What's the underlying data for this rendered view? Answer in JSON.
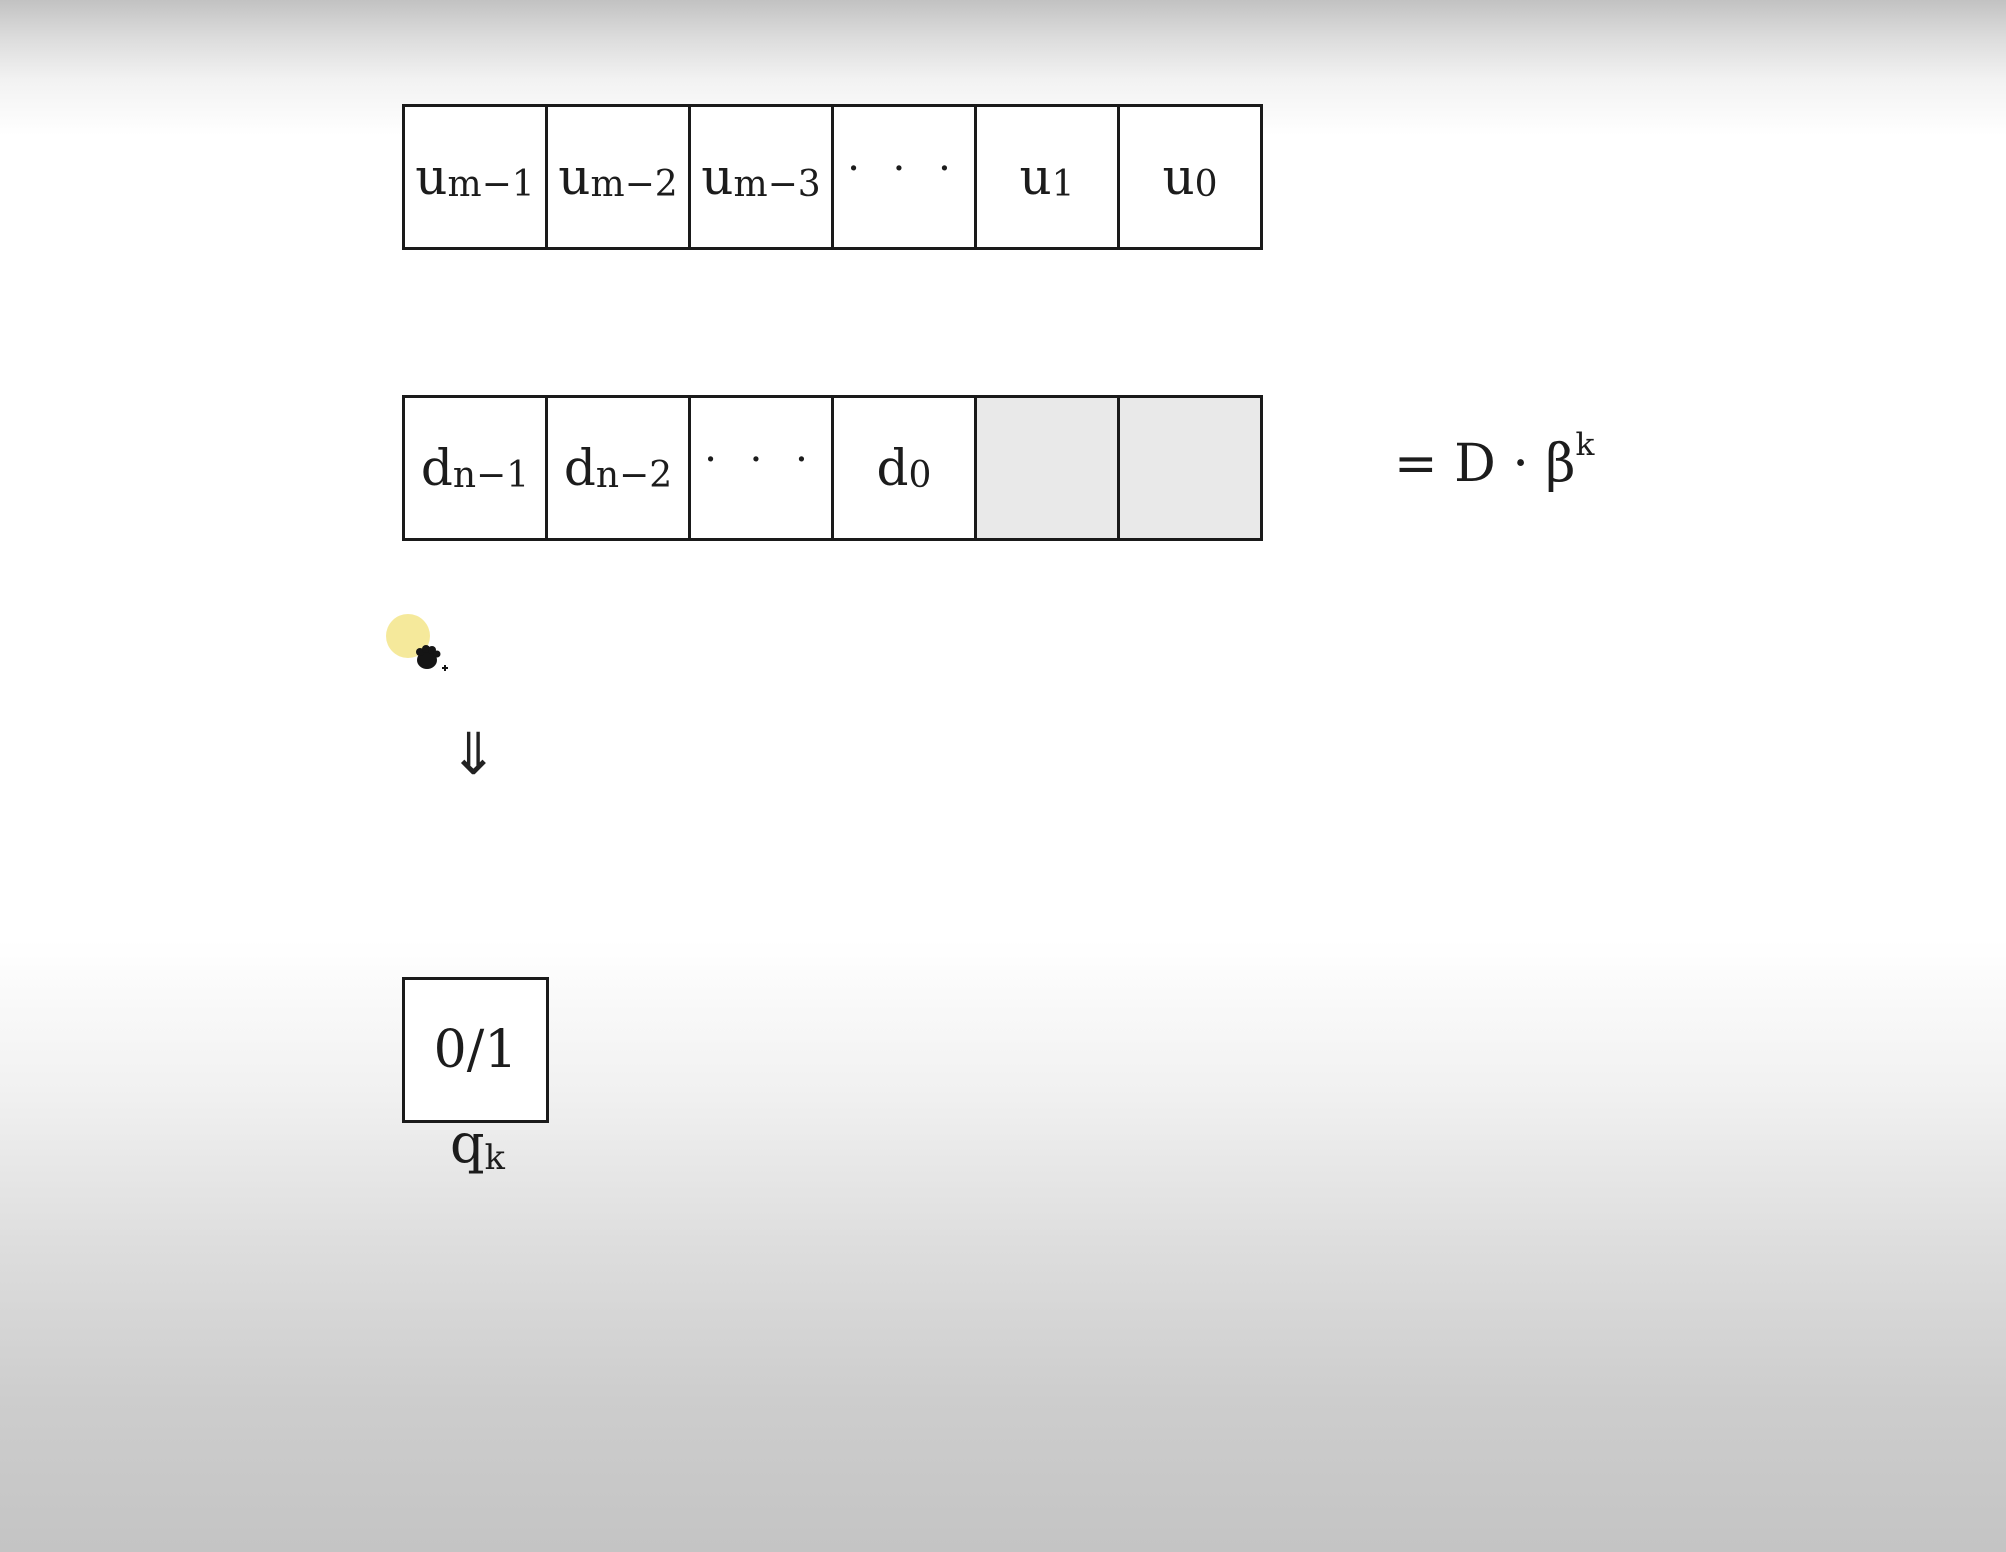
{
  "diagram": {
    "u_row": [
      {
        "base": "u",
        "sub": "m−1"
      },
      {
        "base": "u",
        "sub": "m−2"
      },
      {
        "base": "u",
        "sub": "m−3"
      },
      {
        "dots": "· · ·"
      },
      {
        "base": "u",
        "sub": "1"
      },
      {
        "base": "u",
        "sub": "0"
      }
    ],
    "d_row": [
      {
        "base": "d",
        "sub": "n−1"
      },
      {
        "base": "d",
        "sub": "n−2"
      },
      {
        "dots": "· · ·"
      },
      {
        "base": "d",
        "sub": "0"
      },
      {
        "empty": true
      },
      {
        "empty": true
      }
    ],
    "equation": {
      "prefix": "= D · β",
      "sup": "k"
    },
    "arrow": "⇓",
    "quotient": {
      "value": "0/1",
      "label_base": "q",
      "label_sub": "k"
    }
  },
  "colors": {
    "empty_cell": "#e9e9e9",
    "cursor_highlight": "#f1e27a"
  },
  "cursor_icon": "hand-grab-cursor"
}
